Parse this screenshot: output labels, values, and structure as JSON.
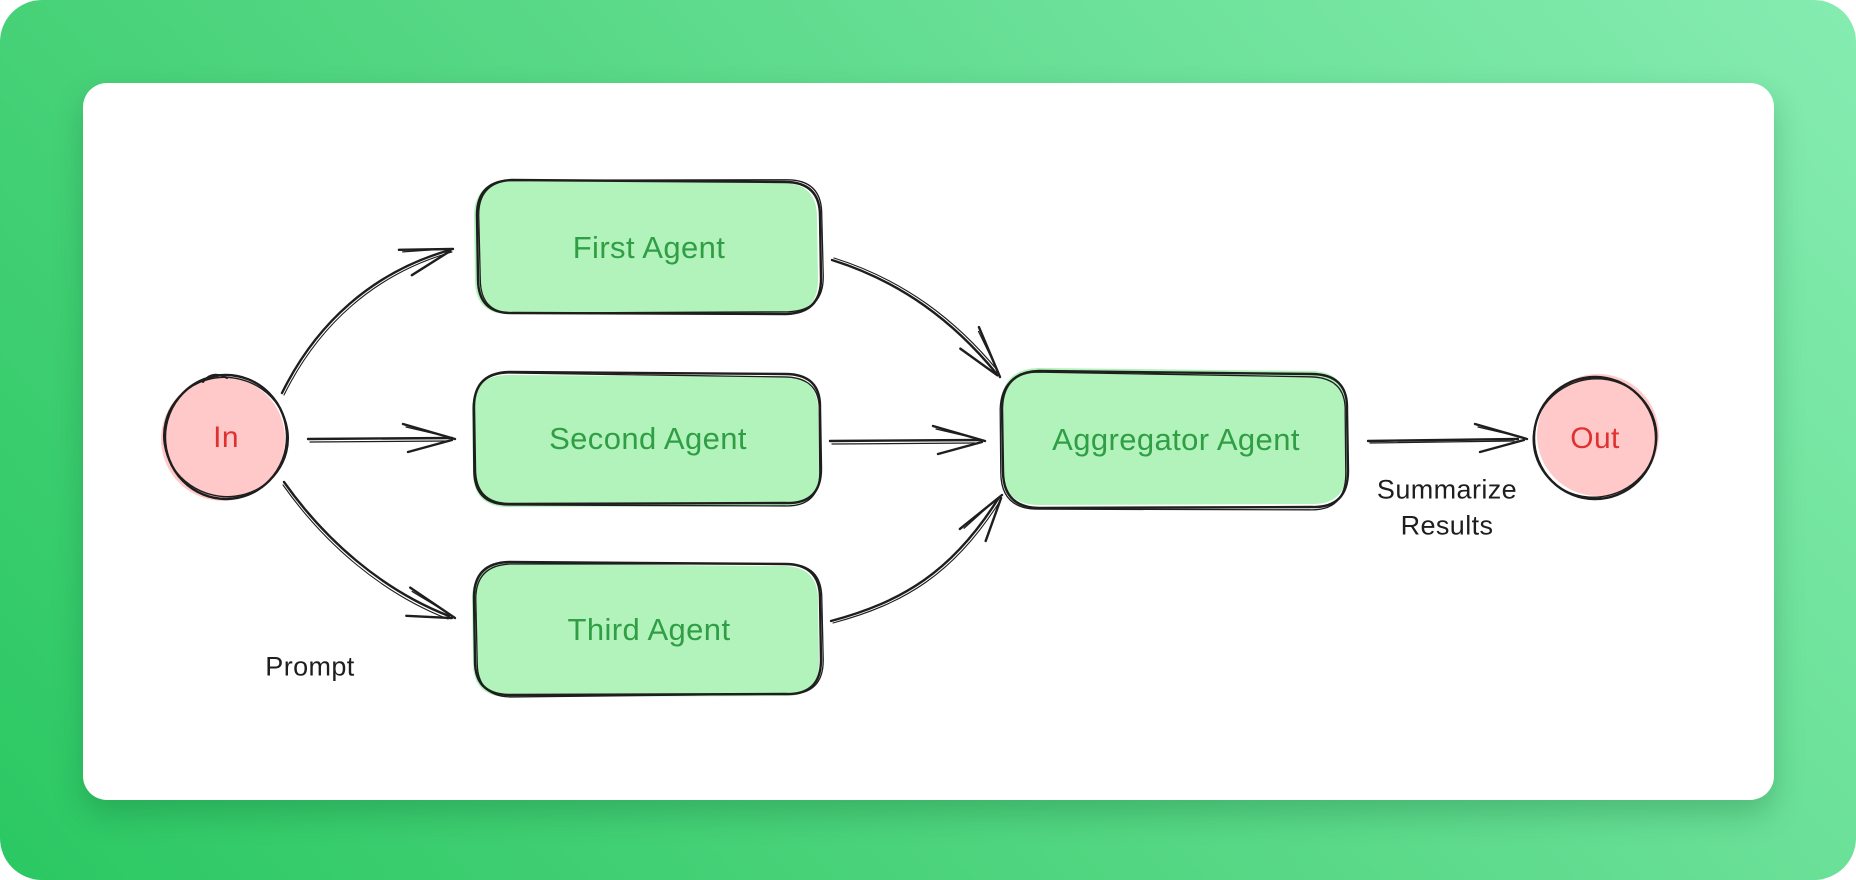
{
  "colors": {
    "background_gradient_start": "#2bc863",
    "background_gradient_end": "#86ecb1",
    "card_background": "#ffffff",
    "stroke_ink": "#1e1e1e",
    "agent_node_fill": "#b2f2bb",
    "agent_node_text": "#2f9e44",
    "io_node_fill": "#ffc9c9",
    "io_node_text": "#e03131",
    "annotation_text": "#1e1e1e"
  },
  "diagram": {
    "type": "flowchart",
    "style": "hand-drawn",
    "nodes": {
      "input": {
        "label": "In",
        "shape": "circle"
      },
      "first_agent": {
        "label": "First Agent",
        "shape": "rounded-rectangle"
      },
      "second_agent": {
        "label": "Second Agent",
        "shape": "rounded-rectangle"
      },
      "third_agent": {
        "label": "Third Agent",
        "shape": "rounded-rectangle"
      },
      "aggregator_agent": {
        "label": "Aggregator Agent",
        "shape": "rounded-rectangle"
      },
      "output": {
        "label": "Out",
        "shape": "circle"
      }
    },
    "edges": [
      {
        "from": "In",
        "to": "First Agent"
      },
      {
        "from": "In",
        "to": "Second Agent"
      },
      {
        "from": "In",
        "to": "Third Agent"
      },
      {
        "from": "First Agent",
        "to": "Aggregator Agent"
      },
      {
        "from": "Second Agent",
        "to": "Aggregator Agent"
      },
      {
        "from": "Third Agent",
        "to": "Aggregator Agent"
      },
      {
        "from": "Aggregator Agent",
        "to": "Out",
        "label": "Summarize Results"
      }
    ],
    "annotations": {
      "prompt": "Prompt"
    }
  }
}
